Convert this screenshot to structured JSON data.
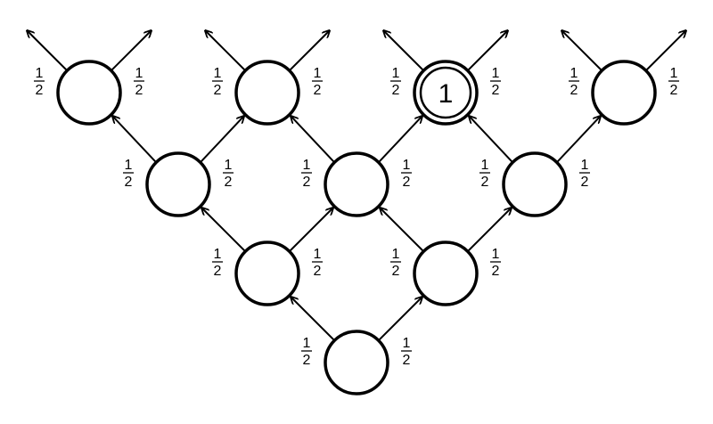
{
  "diagram": {
    "edge_label": {
      "numerator": "1",
      "denominator": "2"
    },
    "nodes": [
      {
        "id": "r3c0",
        "row": 3,
        "col": 0,
        "label": "",
        "highlighted": false
      },
      {
        "id": "r3c1",
        "row": 3,
        "col": 1,
        "label": "",
        "highlighted": false
      },
      {
        "id": "r3c2",
        "row": 3,
        "col": 2,
        "label": "1",
        "highlighted": true
      },
      {
        "id": "r3c3",
        "row": 3,
        "col": 3,
        "label": "",
        "highlighted": false
      },
      {
        "id": "r2c0",
        "row": 2,
        "col": 0,
        "label": "",
        "highlighted": false
      },
      {
        "id": "r2c1",
        "row": 2,
        "col": 1,
        "label": "",
        "highlighted": false
      },
      {
        "id": "r2c2",
        "row": 2,
        "col": 2,
        "label": "",
        "highlighted": false
      },
      {
        "id": "r1c0",
        "row": 1,
        "col": 0,
        "label": "",
        "highlighted": false
      },
      {
        "id": "r1c1",
        "row": 1,
        "col": 1,
        "label": "",
        "highlighted": false
      },
      {
        "id": "r0c0",
        "row": 0,
        "col": 0,
        "label": "",
        "highlighted": false
      }
    ],
    "edges": [
      {
        "from": "r0c0",
        "to": "r1c0"
      },
      {
        "from": "r0c0",
        "to": "r1c1"
      },
      {
        "from": "r1c0",
        "to": "r2c0"
      },
      {
        "from": "r1c0",
        "to": "r2c1"
      },
      {
        "from": "r1c1",
        "to": "r2c1"
      },
      {
        "from": "r1c1",
        "to": "r2c2"
      },
      {
        "from": "r2c0",
        "to": "r3c0"
      },
      {
        "from": "r2c0",
        "to": "r3c1"
      },
      {
        "from": "r2c1",
        "to": "r3c1"
      },
      {
        "from": "r2c1",
        "to": "r3c2"
      },
      {
        "from": "r2c2",
        "to": "r3c2"
      },
      {
        "from": "r2c2",
        "to": "r3c3"
      },
      {
        "from": "r3c0",
        "to": null,
        "dir": "left"
      },
      {
        "from": "r3c0",
        "to": null,
        "dir": "right"
      },
      {
        "from": "r3c1",
        "to": null,
        "dir": "left"
      },
      {
        "from": "r3c1",
        "to": null,
        "dir": "right"
      },
      {
        "from": "r3c2",
        "to": null,
        "dir": "left"
      },
      {
        "from": "r3c2",
        "to": null,
        "dir": "right"
      },
      {
        "from": "r3c3",
        "to": null,
        "dir": "left"
      },
      {
        "from": "r3c3",
        "to": null,
        "dir": "right"
      }
    ]
  }
}
